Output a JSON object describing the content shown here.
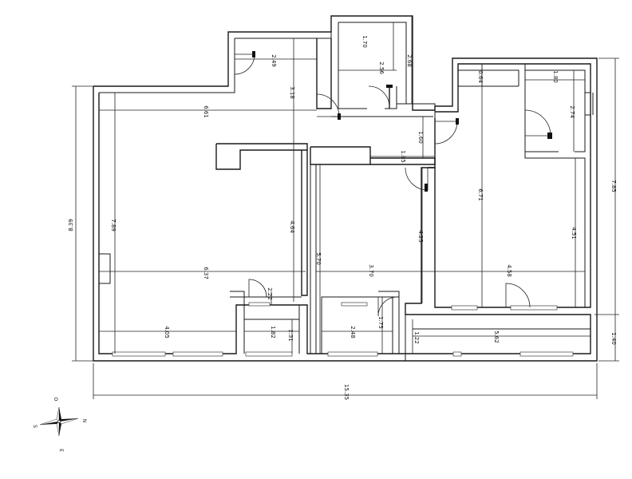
{
  "dimensions": {
    "total_width": "15.35",
    "total_height": "8.39",
    "right_height": "7.85",
    "right_bottom": "1.40",
    "living_width_top": "6.61",
    "living_width_bottom": "6.37",
    "living_height": "7.89",
    "living_inner": "4.64",
    "hall_top": "3.18",
    "entry_width": "2.49",
    "bath_height": "1.70",
    "bath_width": "2.56",
    "bath_outer": "2.68",
    "corridor_v": "1.60",
    "corridor_h": "1.85",
    "bed_mid_width": "3.70",
    "bed_mid_height": "5.70",
    "bed_mid_inner": "4.25",
    "bed_right_width": "4.58",
    "bed_right_height": "6.71",
    "bed_right_inner": "4.51",
    "top_right_a": "0.64",
    "top_right_b": "1.80",
    "top_right_c": "2.74",
    "balcony_left": "4.05",
    "small_a": "2.22",
    "small_b": "1.82",
    "small_c": "1.31",
    "balcony_mid": "2.48",
    "mid_step": "1.75",
    "balcony_right": "5.62",
    "balcony_right_h": "1.22"
  },
  "compass": {
    "north": "N",
    "south": "S",
    "east": "E",
    "west": "O"
  }
}
